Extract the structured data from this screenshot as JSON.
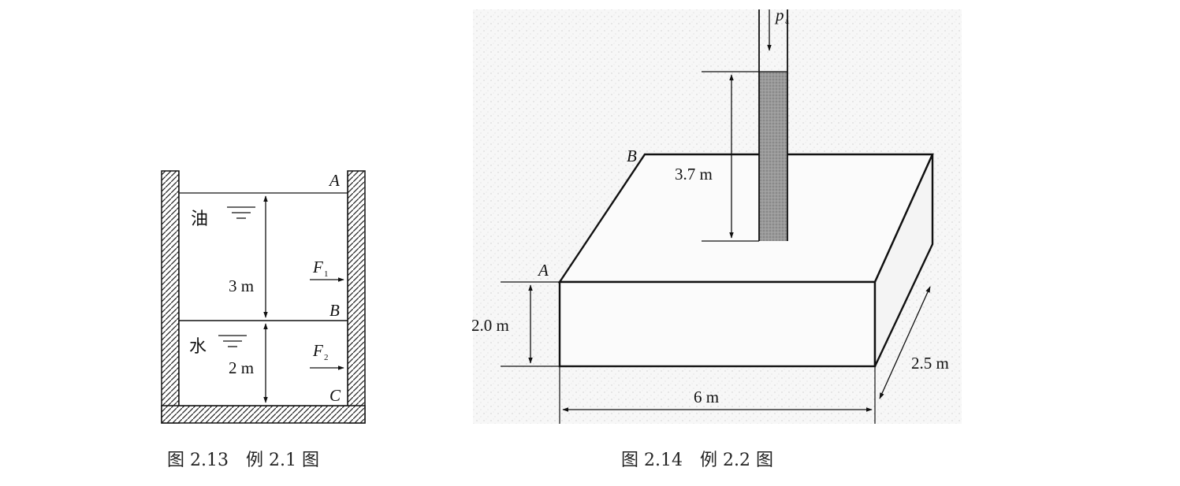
{
  "fig1": {
    "point_a": "A",
    "point_b": "B",
    "point_c": "C",
    "oil_label": "油",
    "water_label": "水",
    "oil_depth": "3 m",
    "water_depth": "2 m",
    "force1": "F",
    "force1_sub": "1",
    "force2": "F",
    "force2_sub": "2",
    "caption": "图 2.13　例 2.1 图"
  },
  "fig2": {
    "pressure": "p",
    "pressure_sub": "a",
    "point_a": "A",
    "point_b": "B",
    "column_height": "3.7 m",
    "box_height": "2.0 m",
    "box_length": "6 m",
    "box_width": "2.5 m",
    "caption": "图 2.14　例 2.2 图"
  }
}
